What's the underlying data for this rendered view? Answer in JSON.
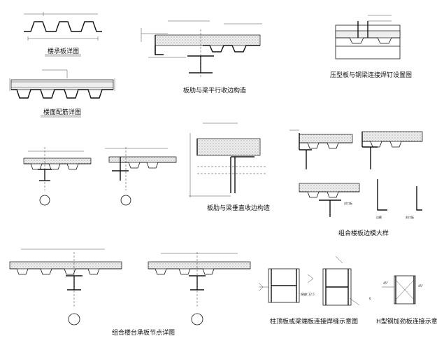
{
  "drawings": [
    {
      "id": "d1",
      "caption": "楼承板详图"
    },
    {
      "id": "d2",
      "caption": "楼面配筋详图"
    },
    {
      "id": "d3",
      "caption": "板肋与梁平行收边构造"
    },
    {
      "id": "d4",
      "caption": "压型板与钢梁连接焊钉设置图"
    },
    {
      "id": "d5",
      "caption": "板肋与梁垂直收边构造"
    },
    {
      "id": "d6",
      "caption": "组合楼板边模大样"
    },
    {
      "id": "d7",
      "caption": "组合楼台承板节点详图"
    },
    {
      "id": "d8",
      "caption": "柱顶板或梁端板连接焊缝示意图"
    },
    {
      "id": "d9",
      "caption": "H型钢加劲板连接示意图"
    }
  ],
  "labels": {
    "edge_mold": "边模",
    "closure_plate": "封口板",
    "weld_h": "焊缝t,12.5",
    "angle_left": "45°",
    "angle_right": "45°",
    "gap_note": "6"
  }
}
